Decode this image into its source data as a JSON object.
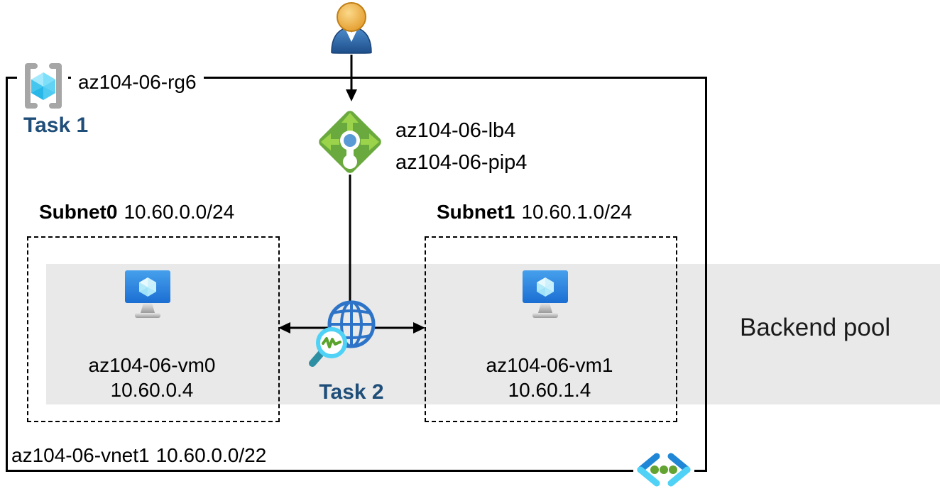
{
  "resource_group": {
    "name": "az104-06-rg6",
    "task_label": "Task 1"
  },
  "load_balancer": {
    "name": "az104-06-lb4",
    "public_ip_name": "az104-06-pip4"
  },
  "subnets": [
    {
      "name": "Subnet0",
      "cidr": "10.60.0.0/24",
      "vm_name": "az104-06-vm0",
      "vm_ip": "10.60.0.4"
    },
    {
      "name": "Subnet1",
      "cidr": "10.60.1.0/24",
      "vm_name": "az104-06-vm1",
      "vm_ip": "10.60.1.4"
    }
  ],
  "monitor": {
    "task_label": "Task 2"
  },
  "backend_pool_label": "Backend pool",
  "vnet": {
    "name": "az104-06-vnet1",
    "cidr": "10.60.0.0/22"
  },
  "icons": {
    "user": "user-icon",
    "load_balancer": "load-balancer-icon",
    "resource_group": "resource-group-icon",
    "virtual_machine": "virtual-machine-icon",
    "connection_monitor": "globe-magnifier-icon",
    "virtual_network": "virtual-network-icon"
  },
  "colors": {
    "task_blue": "#1f4e79",
    "band_gray": "#e9e9e9",
    "lb_green": "#6aa93d",
    "lb_arrow_green": "#9bd44a",
    "azure_blue": "#2d74c8",
    "cyan_accent": "#4fd2f5",
    "dot_green": "#63a332"
  }
}
